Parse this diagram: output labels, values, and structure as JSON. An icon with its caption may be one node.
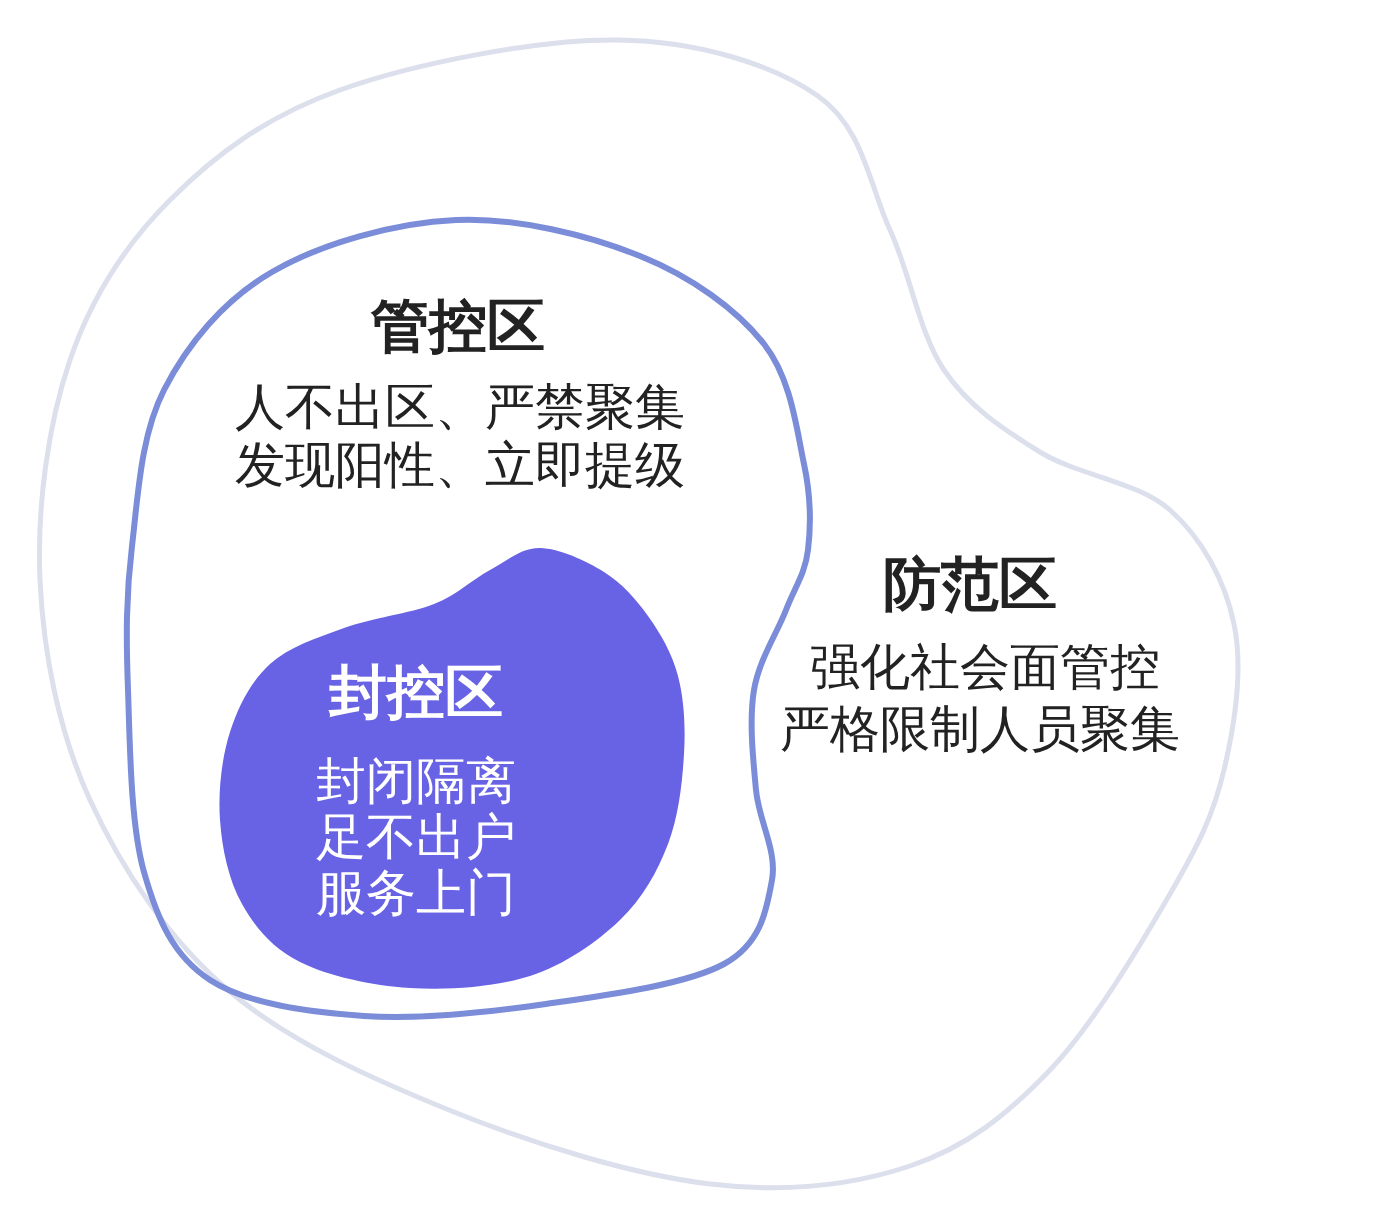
{
  "diagram": {
    "nodes": [
      {
        "text": [
          "防范区",
          "强化社会面管控严格限制人员聚集"
        ]
      },
      {
        "text": [
          "管控区",
          "人不出区、严禁聚集发现阳性、立即提级"
        ],
        "in": 0
      },
      {
        "text": [
          "封控区",
          "封闭隔离足不出户服务上门"
        ],
        "in": 1
      }
    ]
  }
}
